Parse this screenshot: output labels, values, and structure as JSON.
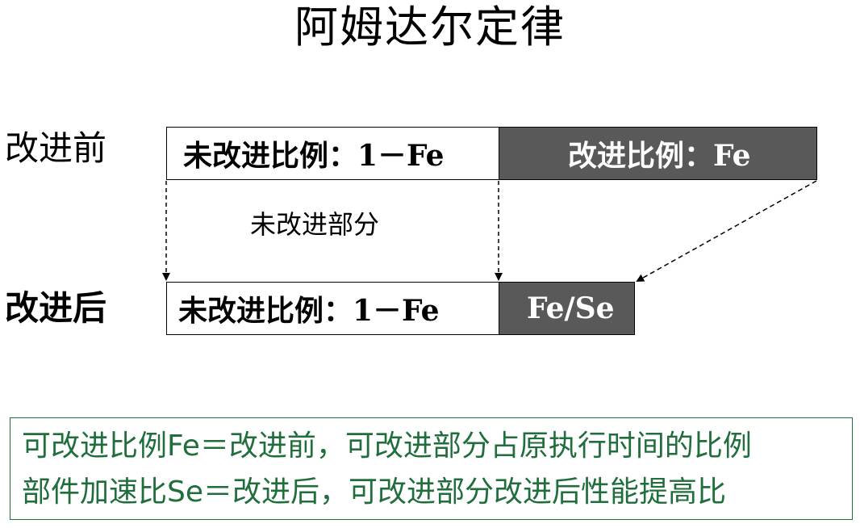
{
  "title": "阿姆达尔定律",
  "before": {
    "label": "改进前",
    "unimproved_text": "未改进比例：1－Fe",
    "improved_text": "改进比例：Fe"
  },
  "unimproved_part_label": "未改进部分",
  "after": {
    "label": "改进后",
    "unimproved_text": "未改进比例：1－Fe",
    "improved_text": "Fe/Se"
  },
  "definitions": {
    "line1": "可改进比例Fe＝改进前，可改进部分占原执行时间的比例",
    "line2": "部件加速比Se＝改进后，可改进部分改进后性能提高比"
  },
  "colors": {
    "improved_fill": "#595959",
    "definition_text": "#1f6e3b"
  },
  "icons": [
    "dashed-arrow"
  ]
}
